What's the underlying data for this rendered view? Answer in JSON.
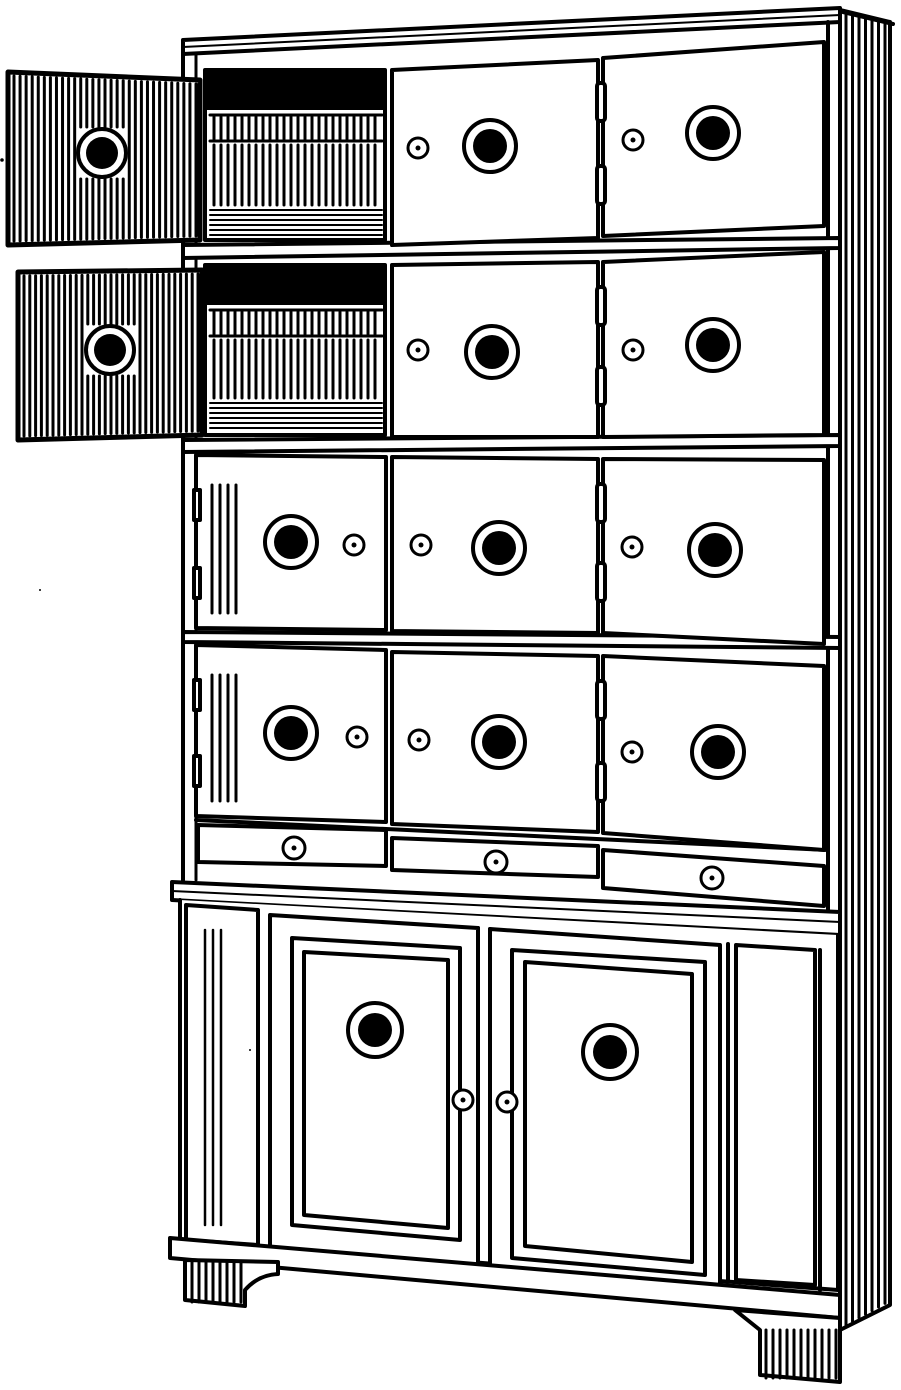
{
  "illustration": {
    "subject": "cabinet-of-locked-compartments",
    "style": "black-and-white line engraving",
    "ink_color": "#000000",
    "paper_color": "#ffffff"
  },
  "upper_section": {
    "rows": 4,
    "columns": 3,
    "open_compartments": 2,
    "closed_compartments": 10
  },
  "drawers": {
    "count": 3
  },
  "lower_section": {
    "doors": 2
  }
}
